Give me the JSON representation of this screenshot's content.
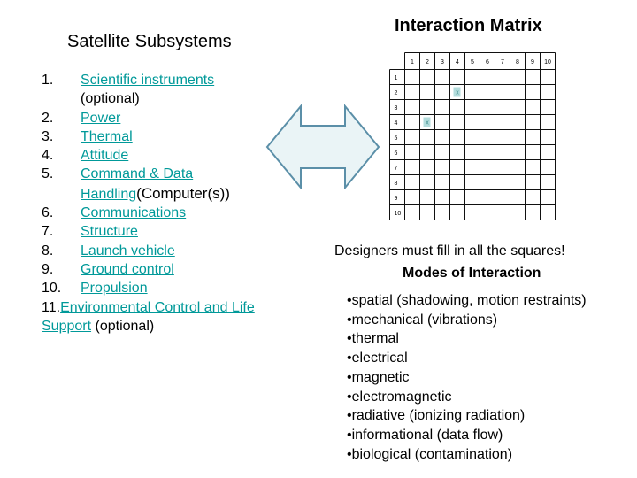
{
  "left_title": "Satellite Subsystems",
  "right_title": "Interaction Matrix",
  "subsystems": [
    {
      "num": "1.",
      "link": "Scientific instruments",
      "note": "(optional)"
    },
    {
      "num": "2.",
      "link": "Power"
    },
    {
      "num": "3.",
      "link": "Thermal"
    },
    {
      "num": "4.",
      "link": "Attitude"
    },
    {
      "num": "5.",
      "link": "Command & Data Handling",
      "note": "(Computer(s))"
    },
    {
      "num": "6.",
      "link": "Communications"
    },
    {
      "num": "7.",
      "link": "Structure"
    },
    {
      "num": "8.",
      "link": "Launch vehicle"
    },
    {
      "num": "9.",
      "link": "Ground control"
    },
    {
      "num": "10.",
      "link": "Propulsion"
    },
    {
      "num": "11.",
      "link": "Environmental Control and Life Support",
      "note": "(optional)"
    }
  ],
  "matrix": {
    "col_headers": [
      "1",
      "2",
      "3",
      "4",
      "5",
      "6",
      "7",
      "8",
      "9",
      "10"
    ],
    "row_headers": [
      "1",
      "2",
      "3",
      "4",
      "5",
      "6",
      "7",
      "8",
      "9",
      "10"
    ],
    "filled_cells": [
      {
        "row": 2,
        "col": 4,
        "label": "x"
      },
      {
        "row": 4,
        "col": 2,
        "label": "x"
      }
    ]
  },
  "designers_text": "Designers must fill in all the squares!",
  "modes_title": "Modes of Interaction",
  "modes": [
    "•spatial (shadowing, motion restraints)",
    "•mechanical (vibrations)",
    "•thermal",
    "•electrical",
    "•magnetic",
    "•electromagnetic",
    "•radiative (ionizing radiation)",
    "•informational (data flow)",
    "•biological (contamination)"
  ],
  "colors": {
    "link": "#009999",
    "arrow_fill": "#eaf4f6",
    "arrow_stroke": "#5b8fa8",
    "cell_fill": "#b3dcdc"
  }
}
